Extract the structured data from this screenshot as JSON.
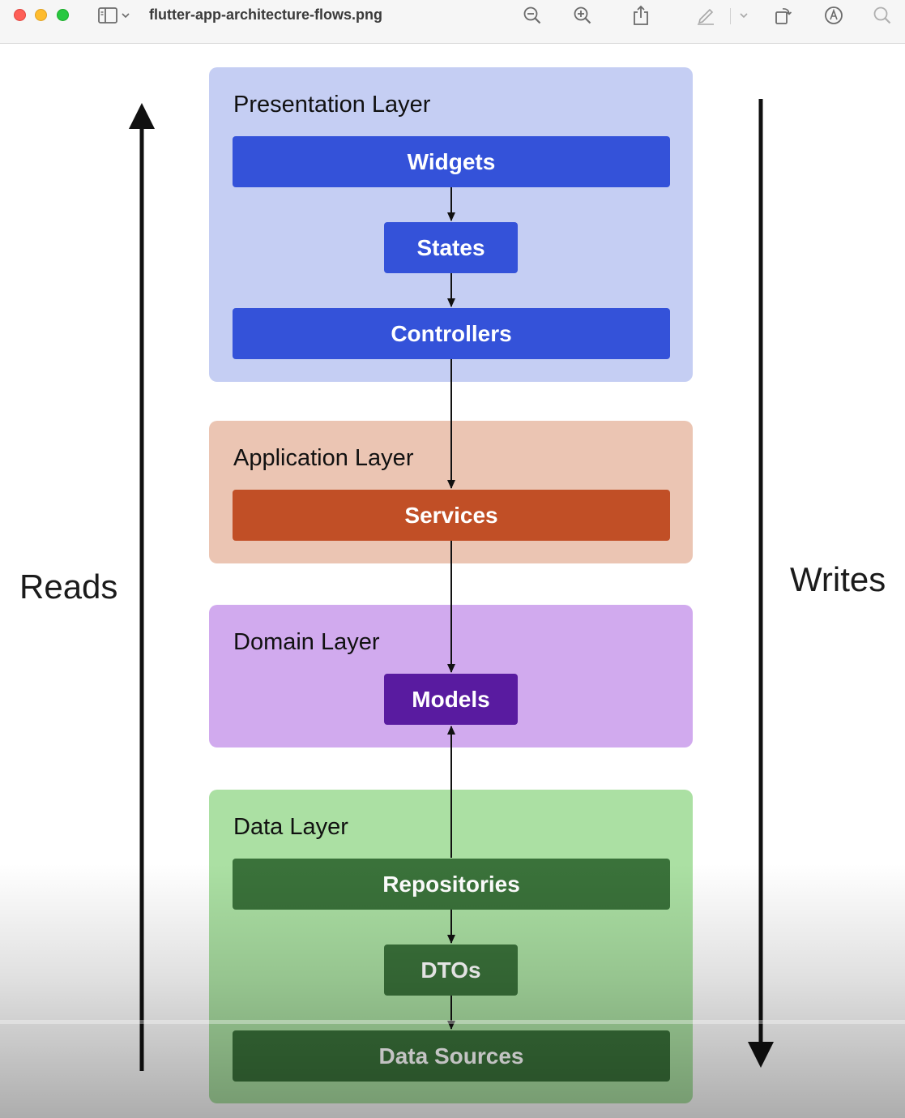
{
  "window": {
    "title": "flutter-app-architecture-flows.png",
    "toolbar_icons": [
      "sidebar-toggle-icon",
      "chevron-down-icon",
      "zoom-out-icon",
      "zoom-in-icon",
      "share-icon",
      "markup-pen-icon",
      "chevron-down-icon",
      "rotate-icon",
      "markup-circle-icon",
      "search-icon"
    ]
  },
  "diagram": {
    "reads_label": "Reads",
    "writes_label": "Writes",
    "presentation": {
      "title": "Presentation Layer",
      "widgets": "Widgets",
      "states": "States",
      "controllers": "Controllers",
      "color": "#c5cef3",
      "node_color": "#3452d9"
    },
    "application": {
      "title": "Application Layer",
      "services": "Services",
      "color": "#ebc5b3",
      "node_color": "#c14f26"
    },
    "domain": {
      "title": "Domain Layer",
      "models": "Models",
      "color": "#d1aaee",
      "node_color": "#591ba0"
    },
    "data": {
      "title": "Data Layer",
      "repositories": "Repositories",
      "dtos": "DTOs",
      "data_sources": "Data Sources",
      "color": "#abe0a3",
      "node_color": "#3a723a"
    }
  }
}
